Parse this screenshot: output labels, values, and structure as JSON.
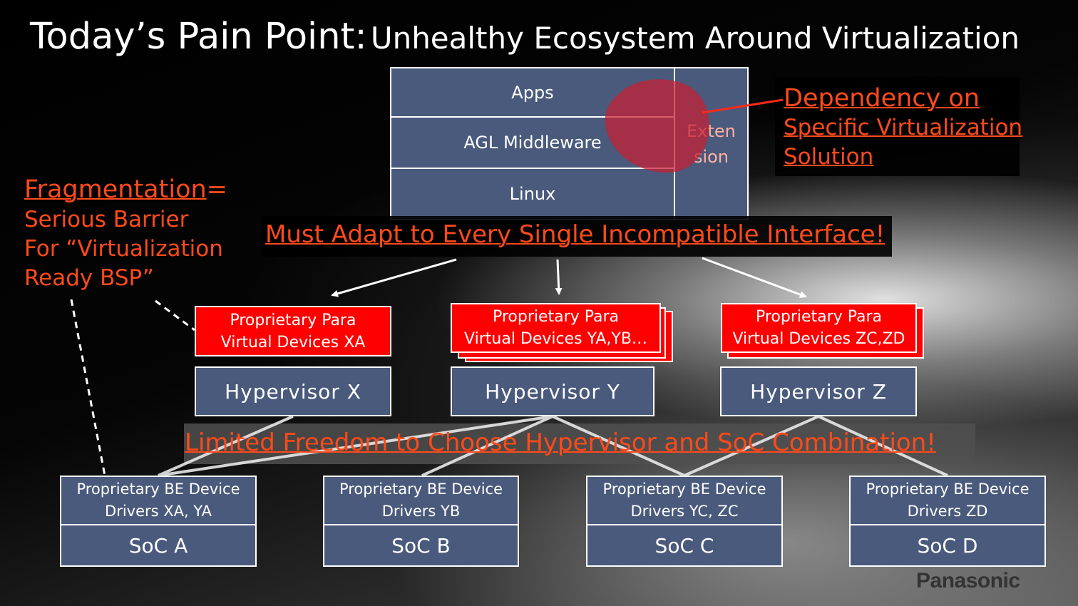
{
  "title": {
    "main": "Today’s Pain Point:",
    "sub": "Unhealthy Ecosystem Around Virtualization"
  },
  "stack": {
    "apps": "Apps",
    "middleware": "AGL Middleware",
    "linux": "Linux",
    "extension_line1": "Exten",
    "extension_line2": "sion"
  },
  "callouts": {
    "dependency_line1": "Dependency on",
    "dependency_line2": "Specific Virtualization",
    "dependency_line3": "Solution",
    "adapt": "Must Adapt to Every Single Incompatible Interface!",
    "limited": "Limited Freedom to Choose Hypervisor and SoC Combination!",
    "fragmentation": "Fragmentation",
    "fragmentation_eq": "=",
    "barrier_line1": "Serious Barrier",
    "barrier_line2": "For “Virtualization",
    "barrier_line3": "Ready BSP”"
  },
  "pv_devices": [
    {
      "line1": "Proprietary Para",
      "line2": "Virtual  Devices XA"
    },
    {
      "line1": "Proprietary Para",
      "line2": "Virtual  Devices YA,YB…"
    },
    {
      "line1": "Proprietary Para",
      "line2": "Virtual  Devices ZC,ZD"
    }
  ],
  "hypervisors": [
    "Hypervisor  X",
    "Hypervisor  Y",
    "Hypervisor  Z"
  ],
  "drivers": [
    {
      "line1": "Proprietary BE Device",
      "line2": "Drivers XA, YA"
    },
    {
      "line1": "Proprietary BE Device",
      "line2": "Drivers YB"
    },
    {
      "line1": "Proprietary BE Device",
      "line2": "Drivers YC, ZC"
    },
    {
      "line1": "Proprietary BE Device",
      "line2": "Drivers ZD"
    }
  ],
  "socs": [
    "SoC A",
    "SoC B",
    "SoC C",
    "SoC D"
  ],
  "logo": "Panasonic",
  "colors": {
    "box_blue": "#4a5a7c",
    "alert_red": "#ff0000",
    "accent_orange": "#ff4a1a"
  }
}
